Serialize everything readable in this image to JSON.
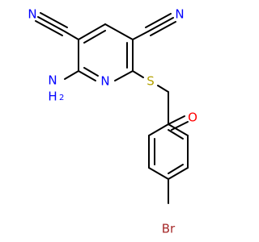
{
  "molecule": {
    "atoms": {
      "n_top_left": {
        "label": "N",
        "color": "#0000ff"
      },
      "n_top_right": {
        "label": "N",
        "color": "#0000ff"
      },
      "nh2": {
        "label": "H",
        "sub": "2",
        "prefix": "N",
        "color": "#0000ff"
      },
      "ring_n": {
        "label": "N",
        "color": "#0000ff"
      },
      "sulfur": {
        "label": "S",
        "color": "#b3a100"
      },
      "oxygen": {
        "label": "O",
        "color": "#ff0000"
      },
      "bromine": {
        "label": "Br",
        "color": "#a62929"
      }
    }
  }
}
